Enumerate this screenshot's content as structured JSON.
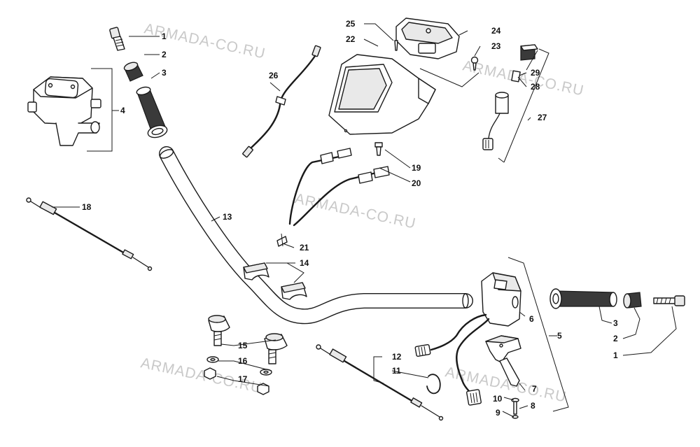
{
  "watermark": "ARMADA-CO.RU",
  "colors": {
    "line": "#1a1a1a",
    "watermark": "#c9c9c9",
    "background": "#ffffff"
  },
  "callouts": [
    "1",
    "2",
    "3",
    "4",
    "5",
    "6",
    "7",
    "8",
    "9",
    "10",
    "11",
    "12",
    "13",
    "14",
    "15",
    "16",
    "17",
    "18",
    "19",
    "20",
    "21",
    "22",
    "23",
    "24",
    "25",
    "26",
    "27",
    "28",
    "29"
  ]
}
